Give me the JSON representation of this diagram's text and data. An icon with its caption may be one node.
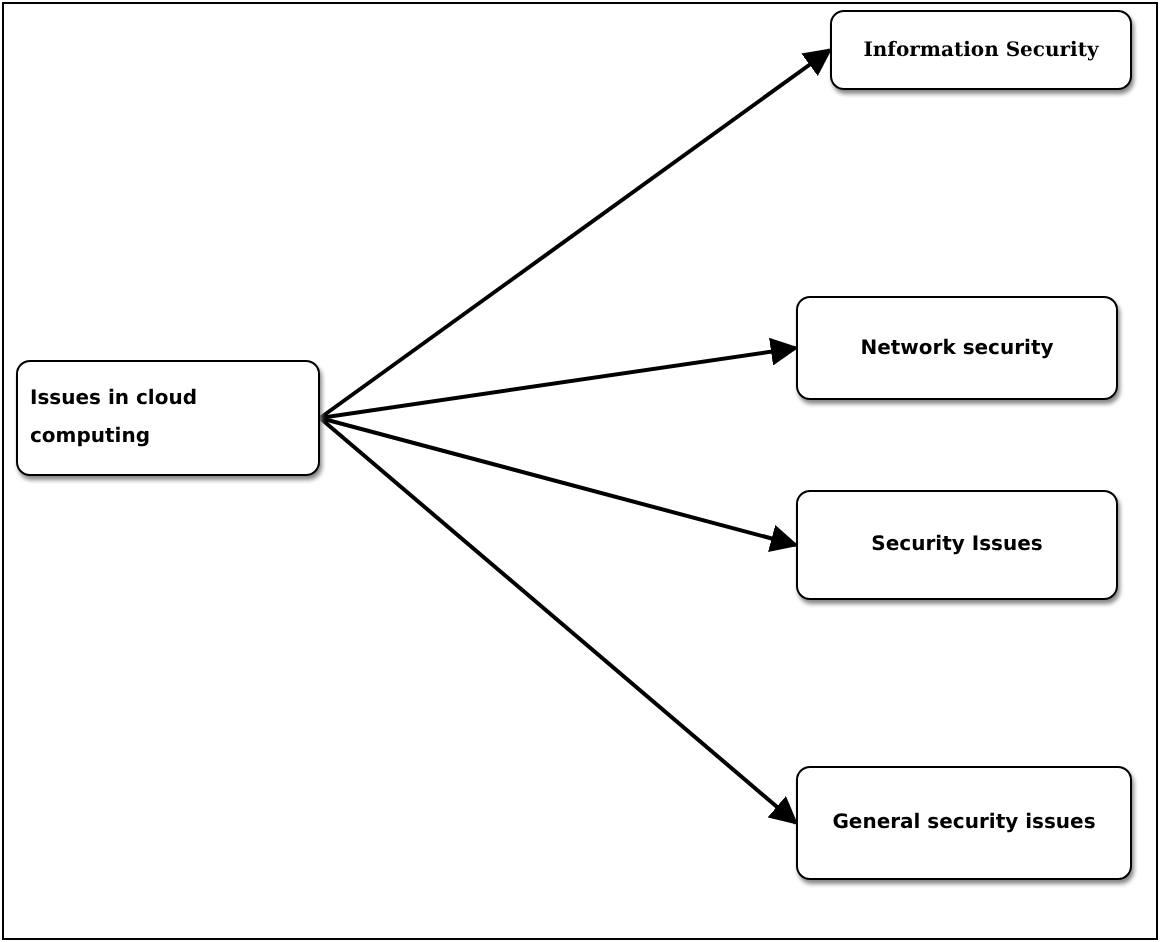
{
  "diagram": {
    "nodes": [
      {
        "text": [
          "Issues in cloud computing"
        ]
      },
      {
        "text": [
          "Information Security"
        ]
      },
      {
        "text": [
          "Network security"
        ]
      },
      {
        "text": [
          "Security Issues"
        ]
      },
      {
        "text": [
          "General security issues"
        ]
      }
    ],
    "edges": [
      {
        "from": 0,
        "to": 1,
        "arrow": "to"
      },
      {
        "from": 0,
        "to": 2,
        "arrow": "to"
      },
      {
        "from": 0,
        "to": 3,
        "arrow": "to"
      },
      {
        "from": 0,
        "to": 4,
        "arrow": "to"
      }
    ]
  }
}
